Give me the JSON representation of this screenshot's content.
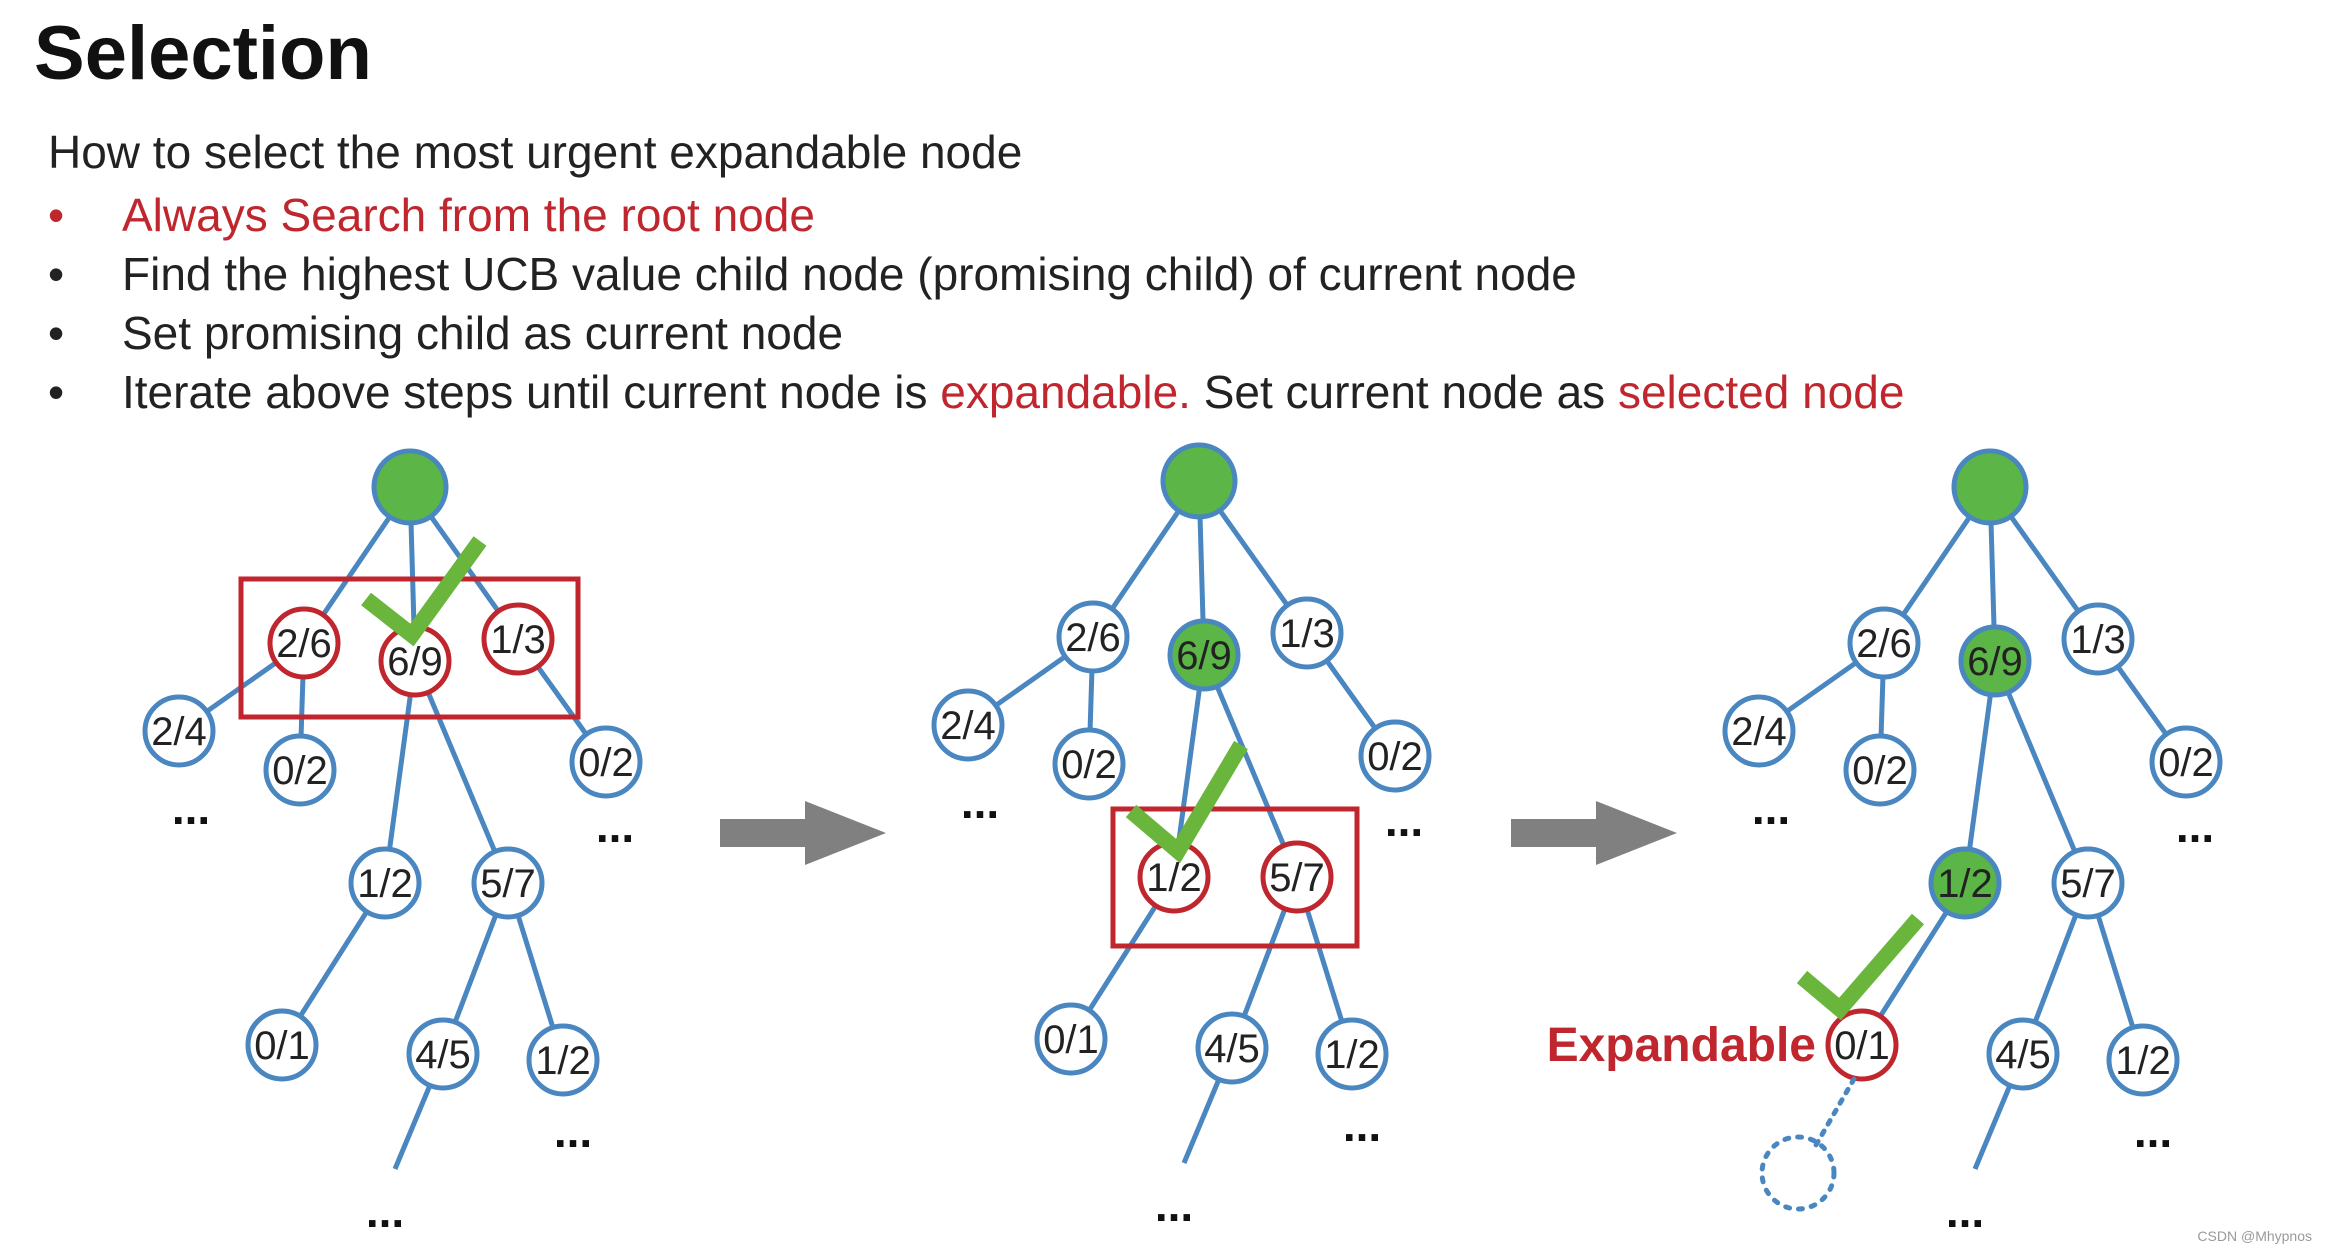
{
  "title": "Selection",
  "intro": "How to select the most urgent expandable node",
  "bullets": [
    {
      "text": "Always Search from the root node",
      "highlight": true
    },
    {
      "text": "Find the highest UCB value child node (promising child) of current node"
    },
    {
      "text": "Set promising child as current node"
    },
    {
      "text_before": "Iterate above steps until current node is ",
      "emph1": "expandable.",
      "text_middle": " Set current node as ",
      "emph2": "selected node"
    }
  ],
  "colors": {
    "edge": "#4a86c0",
    "node_fill": "#ffffff",
    "node_stroke_blue": "#4a86c0",
    "node_stroke_red": "#c0262d",
    "highlight_fill": "#5cb547",
    "check": "#6ab63d",
    "arrow": "#808080",
    "selection_box": "#c0262d"
  },
  "trees": [
    {
      "nodes": [
        {
          "id": "root",
          "label": ""
        },
        {
          "id": "a",
          "label": "2/6"
        },
        {
          "id": "b",
          "label": "6/9"
        },
        {
          "id": "c",
          "label": "1/3"
        },
        {
          "id": "d",
          "label": "2/4"
        },
        {
          "id": "e",
          "label": "0/2"
        },
        {
          "id": "f",
          "label": "0/2"
        },
        {
          "id": "g",
          "label": "1/2"
        },
        {
          "id": "h",
          "label": "5/7"
        },
        {
          "id": "i",
          "label": "0/1"
        },
        {
          "id": "j",
          "label": "4/5"
        },
        {
          "id": "k",
          "label": "1/2"
        }
      ],
      "ellipsis": "..."
    },
    {
      "nodes": [
        {
          "id": "root",
          "label": ""
        },
        {
          "id": "a",
          "label": "2/6"
        },
        {
          "id": "b",
          "label": "6/9"
        },
        {
          "id": "c",
          "label": "1/3"
        },
        {
          "id": "d",
          "label": "2/4"
        },
        {
          "id": "e",
          "label": "0/2"
        },
        {
          "id": "f",
          "label": "0/2"
        },
        {
          "id": "g",
          "label": "1/2"
        },
        {
          "id": "h",
          "label": "5/7"
        },
        {
          "id": "i",
          "label": "0/1"
        },
        {
          "id": "j",
          "label": "4/5"
        },
        {
          "id": "k",
          "label": "1/2"
        }
      ],
      "ellipsis": "..."
    },
    {
      "nodes": [
        {
          "id": "root",
          "label": ""
        },
        {
          "id": "a",
          "label": "2/6"
        },
        {
          "id": "b",
          "label": "6/9"
        },
        {
          "id": "c",
          "label": "1/3"
        },
        {
          "id": "d",
          "label": "2/4"
        },
        {
          "id": "e",
          "label": "0/2"
        },
        {
          "id": "f",
          "label": "0/2"
        },
        {
          "id": "g",
          "label": "1/2"
        },
        {
          "id": "h",
          "label": "5/7"
        },
        {
          "id": "i",
          "label": "0/1"
        },
        {
          "id": "j",
          "label": "4/5"
        },
        {
          "id": "k",
          "label": "1/2"
        }
      ],
      "ellipsis": "...",
      "expandable_label": "Expandable"
    }
  ],
  "watermark": "CSDN @Mhypnos"
}
